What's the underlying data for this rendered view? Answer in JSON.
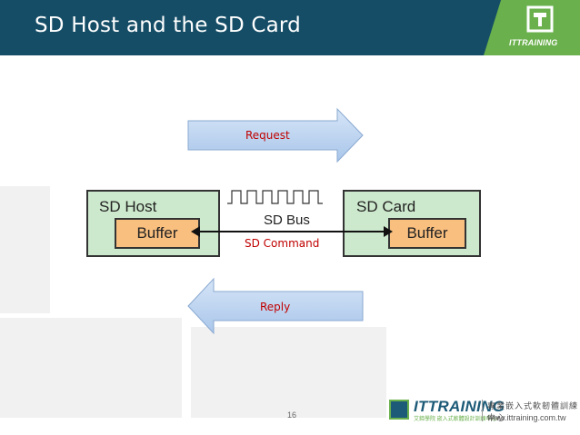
{
  "slide": {
    "title": "SD Host and the SD Card",
    "page_number": "16"
  },
  "brand": {
    "logo_text": "ITTRAINING",
    "footer_brand": "ITTRAINING",
    "footer_sub": "艾鍗學院 嵌入式軟體設計訓練中心",
    "footer_tagline": "專業嵌入式軟韌體訓練中心",
    "footer_url": "www.ittraining.com.tw"
  },
  "diagram": {
    "request_label": "Request",
    "reply_label": "Reply",
    "host_title": "SD Host",
    "card_title": "SD Card",
    "host_buffer": "Buffer",
    "card_buffer": "Buffer",
    "bus_label": "SD Bus",
    "command_label": "SD Command"
  },
  "colors": {
    "header": "#154d66",
    "brand_green": "#6ab04c",
    "box_fill": "#cde9cd",
    "buffer_fill": "#f9bf7f",
    "arrow_fill": "#bcd3ef",
    "label_red": "#c00000"
  }
}
